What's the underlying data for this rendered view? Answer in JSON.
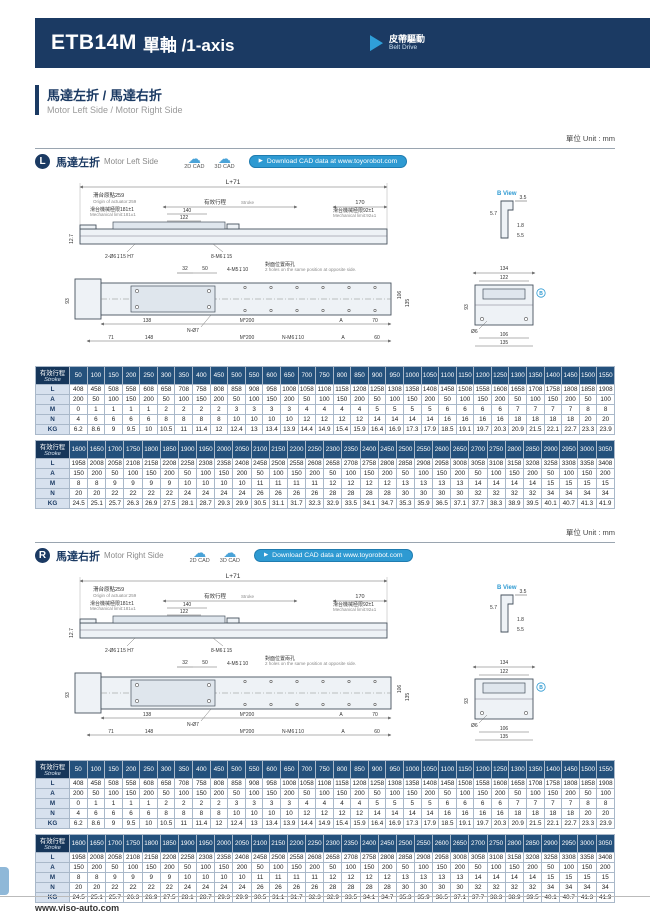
{
  "header": {
    "model": "ETB14M",
    "axis_label": "單軸 /1-axis",
    "drive_zh": "皮帶驅動",
    "drive_en": "Belt Drive"
  },
  "intro": {
    "title_zh": "馬達左折 / 馬達右折",
    "title_en": "Motor Left Side / Motor Right Side"
  },
  "unit_label": "單位 Unit : mm",
  "cad": {
    "cad2d": "2D CAD",
    "cad3d": "3D CAD",
    "download_label": "Download CAD data at www.toyorobot.com"
  },
  "sections": [
    {
      "badge": "L",
      "title_zh": "馬達左折",
      "title_en": "Motor Left Side"
    },
    {
      "badge": "R",
      "title_zh": "馬達右折",
      "title_en": "Motor Right Side"
    }
  ],
  "drawing": {
    "dim_overall": "L+71",
    "origin_zh": "滑台原點259",
    "origin_en": "Origin of actuator:259",
    "stroke_zh": "有效行程",
    "stroke_en": "Stroke",
    "dim_170": "170",
    "mech_left_zh": "滑台機械極限181±1",
    "mech_left_en": "Mechanical limit:181±1",
    "mech_right_zh": "滑台機械極限92±1",
    "mech_right_en": "Mechanical limit:92±1",
    "dim_140": "140",
    "dim_122": "122",
    "dim_127": "12.7",
    "note_2d6": "2-Ø6↧15 H7",
    "note_8m6": "8-M6↧15",
    "note_4m5": "4-M5↧10",
    "opp_zh": "對面位置兩孔",
    "opp_en": "2 holes on the same position at opposite side.",
    "b_view": "B View",
    "b_mark": "B",
    "dim_35": "3.5",
    "dim_57": "5.7",
    "dim_18": "1.8",
    "dim_55": "5.5",
    "dim_134": "134",
    "dim_93": "93",
    "dim_d6": "Ø6",
    "dim_106": "106",
    "dim_135": "135",
    "dim_32": "32",
    "dim_50": "50",
    "dim_138": "138",
    "dim_m200": "M*200",
    "dim_A": "A",
    "dim_70": "70",
    "note_nd7": "N-Ø7",
    "dim_71": "71",
    "dim_148": "148",
    "note_nm6": "N-M6↧10",
    "dim_60": "60"
  },
  "tables": [
    {
      "label_zh": "有效行程",
      "label_en": "Stroke",
      "strokes": [
        50,
        100,
        150,
        200,
        250,
        300,
        350,
        400,
        450,
        500,
        550,
        600,
        650,
        700,
        750,
        800,
        850,
        900,
        950,
        1000,
        1050,
        1100,
        1150,
        1200,
        1250,
        1300,
        1350,
        1400,
        1450,
        1500,
        1550
      ],
      "rows": [
        {
          "label": "L",
          "values": [
            408,
            458,
            508,
            558,
            608,
            658,
            708,
            758,
            808,
            858,
            908,
            958,
            1008,
            1058,
            1108,
            1158,
            1208,
            1258,
            1308,
            1358,
            1408,
            1458,
            1508,
            1558,
            1608,
            1658,
            1708,
            1758,
            1808,
            1858,
            1908
          ]
        },
        {
          "label": "A",
          "values": [
            200,
            50,
            100,
            150,
            200,
            50,
            100,
            150,
            200,
            50,
            100,
            150,
            200,
            50,
            100,
            150,
            200,
            50,
            100,
            150,
            200,
            50,
            100,
            150,
            200,
            50,
            100,
            150,
            200,
            50,
            100
          ]
        },
        {
          "label": "M",
          "values": [
            0,
            1,
            1,
            1,
            1,
            2,
            2,
            2,
            2,
            3,
            3,
            3,
            3,
            4,
            4,
            4,
            4,
            5,
            5,
            5,
            5,
            6,
            6,
            6,
            6,
            7,
            7,
            7,
            7,
            8,
            8
          ]
        },
        {
          "label": "N",
          "values": [
            4,
            6,
            6,
            6,
            6,
            8,
            8,
            8,
            8,
            10,
            10,
            10,
            10,
            12,
            12,
            12,
            12,
            14,
            14,
            14,
            14,
            16,
            16,
            16,
            16,
            18,
            18,
            18,
            18,
            20,
            20
          ]
        },
        {
          "label": "KG",
          "values": [
            6.2,
            8.6,
            9,
            9.5,
            10,
            10.5,
            11,
            11.4,
            12,
            12.4,
            13,
            13.4,
            13.9,
            14.4,
            14.9,
            15.4,
            15.9,
            16.4,
            16.9,
            17.3,
            17.9,
            18.5,
            19.1,
            19.7,
            20.3,
            20.9,
            21.5,
            22.1,
            22.7,
            23.3,
            23.9
          ]
        }
      ]
    },
    {
      "label_zh": "有效行程",
      "label_en": "Stroke",
      "strokes": [
        1600,
        1650,
        1700,
        1750,
        1800,
        1850,
        1900,
        1950,
        2000,
        2050,
        2100,
        2150,
        2200,
        2250,
        2300,
        2350,
        2400,
        2450,
        2500,
        2550,
        2600,
        2650,
        2700,
        2750,
        2800,
        2850,
        2900,
        2950,
        3000,
        3050
      ],
      "rows": [
        {
          "label": "L",
          "values": [
            1958,
            2008,
            2058,
            2108,
            2158,
            2208,
            2258,
            2308,
            2358,
            2408,
            2458,
            2508,
            2558,
            2608,
            2658,
            2708,
            2758,
            2808,
            2858,
            2908,
            2958,
            3008,
            3058,
            3108,
            3158,
            3208,
            3258,
            3308,
            3358,
            3408
          ]
        },
        {
          "label": "A",
          "values": [
            150,
            200,
            50,
            100,
            150,
            200,
            50,
            100,
            150,
            200,
            50,
            100,
            150,
            200,
            50,
            100,
            150,
            200,
            50,
            100,
            150,
            200,
            50,
            100,
            150,
            200,
            50,
            100,
            150,
            200
          ]
        },
        {
          "label": "M",
          "values": [
            8,
            8,
            9,
            9,
            9,
            9,
            10,
            10,
            10,
            10,
            11,
            11,
            11,
            11,
            12,
            12,
            12,
            12,
            13,
            13,
            13,
            13,
            14,
            14,
            14,
            14,
            15,
            15,
            15,
            15
          ]
        },
        {
          "label": "N",
          "values": [
            20,
            20,
            22,
            22,
            22,
            22,
            24,
            24,
            24,
            24,
            26,
            26,
            26,
            26,
            28,
            28,
            28,
            28,
            30,
            30,
            30,
            30,
            32,
            32,
            32,
            32,
            34,
            34,
            34,
            34
          ]
        },
        {
          "label": "KG",
          "values": [
            24.5,
            25.1,
            25.7,
            26.3,
            26.9,
            27.5,
            28.1,
            28.7,
            29.3,
            29.9,
            30.5,
            31.1,
            31.7,
            32.3,
            32.9,
            33.5,
            34.1,
            34.7,
            35.3,
            35.9,
            36.5,
            37.1,
            37.7,
            38.3,
            38.9,
            39.5,
            40.1,
            40.7,
            41.3,
            41.9
          ]
        }
      ]
    }
  ],
  "footer": {
    "url": "www.viso-auto.com"
  }
}
